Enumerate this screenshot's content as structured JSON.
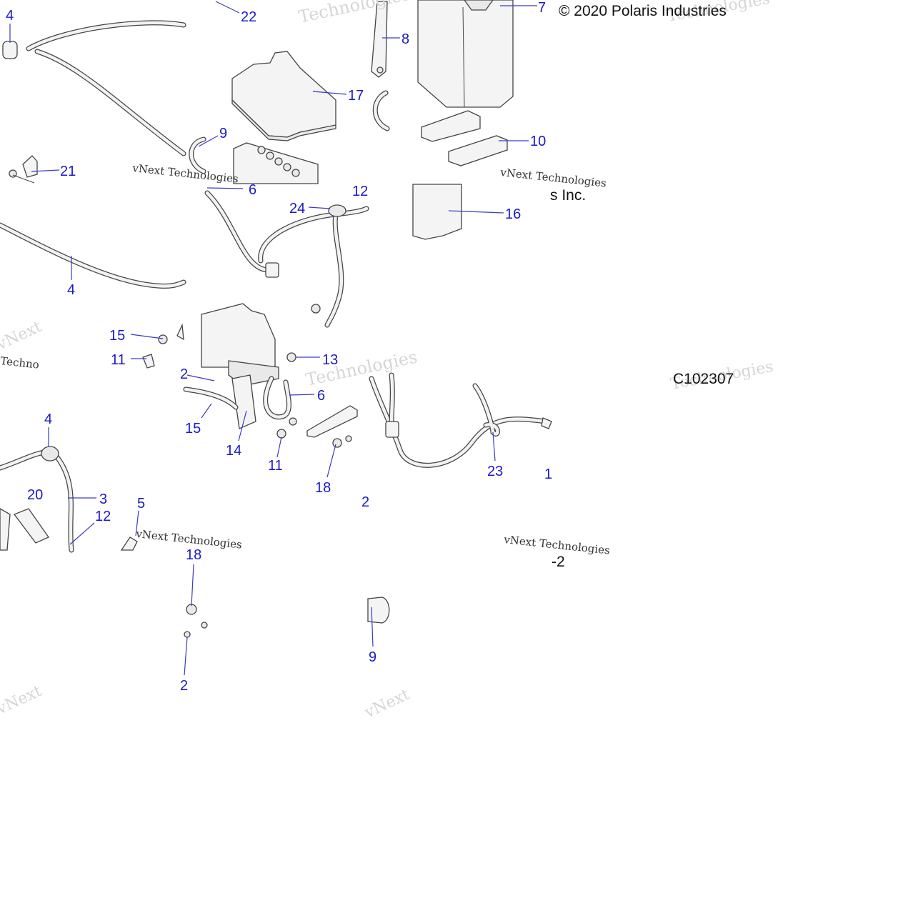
{
  "copyright": "© 2020 Polaris Industries",
  "copyright_tail": "s Inc.",
  "figure_id": "C102307",
  "figure_suffix": "-2",
  "watermark": {
    "brand_a": "vNext Technologies",
    "brand_b": "Technologies",
    "brand_c": "vNext",
    "brand_d": "Techno"
  },
  "callouts": [
    {
      "id": "c4a",
      "text": "4"
    },
    {
      "id": "c22",
      "text": "22"
    },
    {
      "id": "c8",
      "text": "8"
    },
    {
      "id": "c7",
      "text": "7"
    },
    {
      "id": "c17",
      "text": "17"
    },
    {
      "id": "c9a",
      "text": "9"
    },
    {
      "id": "c10",
      "text": "10"
    },
    {
      "id": "c21",
      "text": "21"
    },
    {
      "id": "c6a",
      "text": "6"
    },
    {
      "id": "c12a",
      "text": "12"
    },
    {
      "id": "c24",
      "text": "24"
    },
    {
      "id": "c16",
      "text": "16"
    },
    {
      "id": "c4b",
      "text": "4"
    },
    {
      "id": "c15a",
      "text": "15"
    },
    {
      "id": "c11a",
      "text": "11"
    },
    {
      "id": "c13",
      "text": "13"
    },
    {
      "id": "c2a",
      "text": "2"
    },
    {
      "id": "c6b",
      "text": "6"
    },
    {
      "id": "c15b",
      "text": "15"
    },
    {
      "id": "c14",
      "text": "14"
    },
    {
      "id": "c11b",
      "text": "11"
    },
    {
      "id": "c18a",
      "text": "18"
    },
    {
      "id": "c2b",
      "text": "2"
    },
    {
      "id": "c23",
      "text": "23"
    },
    {
      "id": "c1",
      "text": "1"
    },
    {
      "id": "c4c",
      "text": "4"
    },
    {
      "id": "c20",
      "text": "20"
    },
    {
      "id": "c3",
      "text": "3"
    },
    {
      "id": "c12b",
      "text": "12"
    },
    {
      "id": "c5",
      "text": "5"
    },
    {
      "id": "c18b",
      "text": "18"
    },
    {
      "id": "c9b",
      "text": "9"
    },
    {
      "id": "c2c",
      "text": "2"
    }
  ]
}
